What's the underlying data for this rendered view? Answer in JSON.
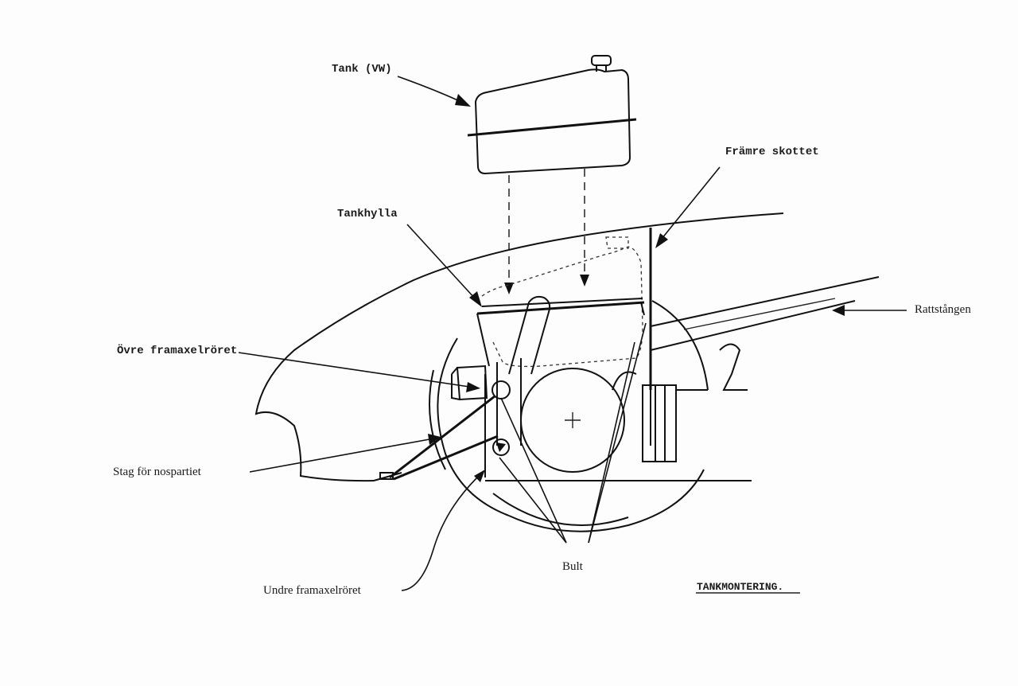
{
  "labels": {
    "tank": "Tank (VW)",
    "framre_skottet": "Främre skottet",
    "tankhylla": "Tankhylla",
    "rattstangen": "Rattstången",
    "ovre_framaxelroret": "Övre framaxelröret",
    "stag": "Stag för nospartiet",
    "bult": "Bult",
    "undre_framaxelroret": "Undre framaxelröret",
    "title": "TANKMONTERING."
  }
}
